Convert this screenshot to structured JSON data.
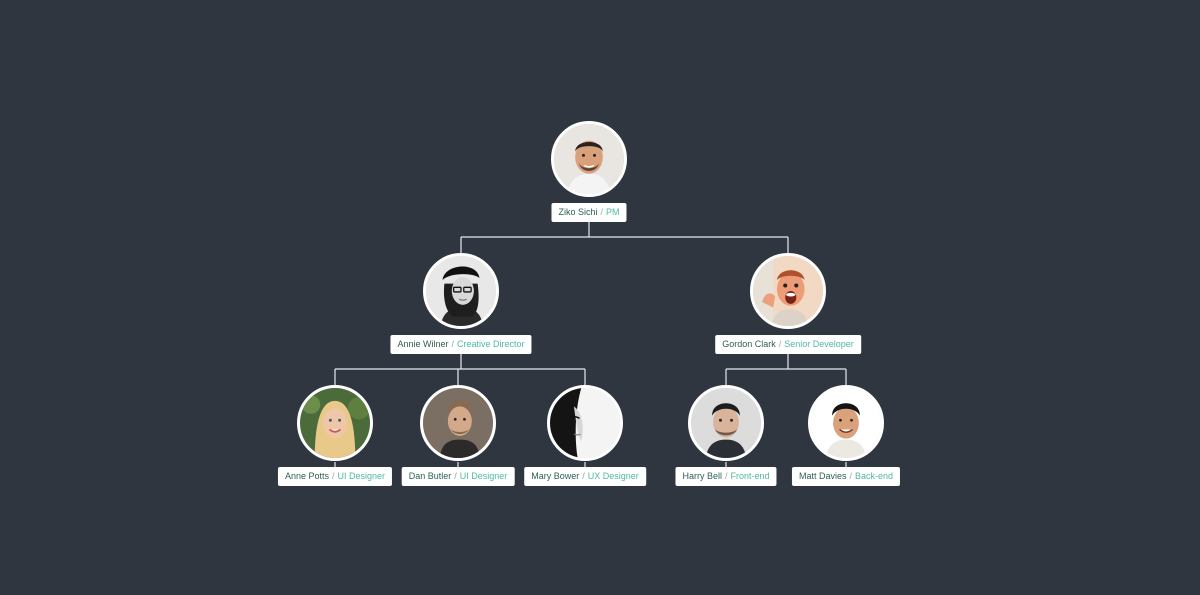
{
  "nodes": {
    "root": {
      "name": "Ziko Sichi",
      "role": "PM",
      "separator": "/"
    },
    "annie_wilner": {
      "name": "Annie Wilner",
      "role": "Creative Director",
      "separator": "/"
    },
    "gordon_clark": {
      "name": "Gordon Clark",
      "role": "Senior Developer",
      "separator": "/"
    },
    "anne_potts": {
      "name": "Anne Potts",
      "role": "UI Designer",
      "separator": "/"
    },
    "dan_butler": {
      "name": "Dan Butler",
      "role": "UI Designer",
      "separator": "/"
    },
    "mary_bower": {
      "name": "Mary Bower",
      "role": "UX Designer",
      "separator": "/"
    },
    "harry_bell": {
      "name": "Harry Bell",
      "role": "Front-end",
      "separator": "/"
    },
    "matt_davies": {
      "name": "Matt Davies",
      "role": "Back-end",
      "separator": "/"
    }
  },
  "colors": {
    "background": "#2f3640",
    "card": "#ffffff",
    "name_text": "#2f5f55",
    "role_text": "#4fb8a3",
    "connector": "#e6e9ec"
  }
}
